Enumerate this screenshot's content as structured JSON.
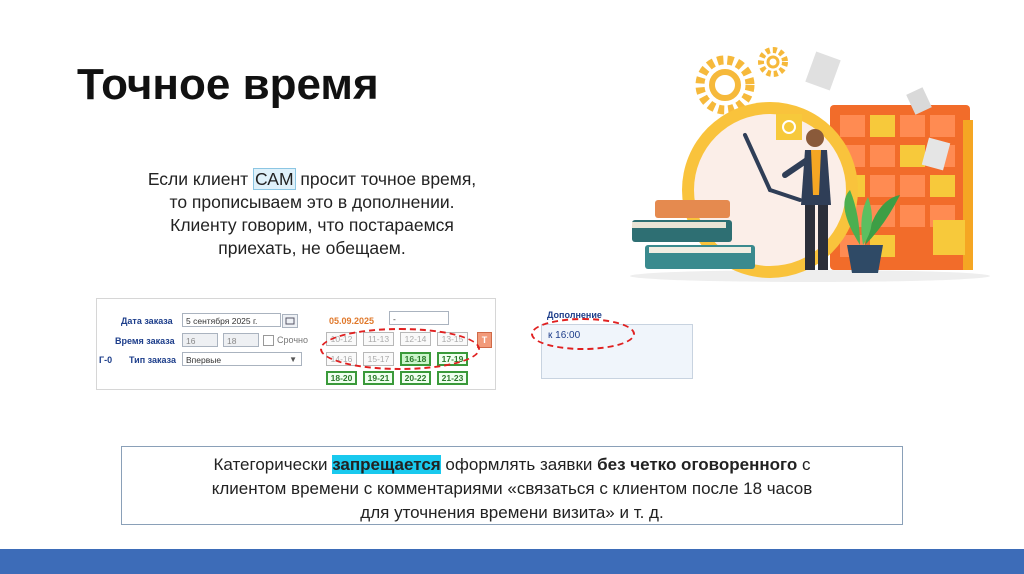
{
  "slide": {
    "title": "Точное время",
    "intro": {
      "line1_pre": "Если клиент ",
      "line1_hl": "САМ",
      "line1_post": " просит точное время,",
      "line2": "то прописываем это в дополнении.",
      "line3": "Клиенту говорим, что постараемся",
      "line4": "приехать, не обещаем."
    }
  },
  "form": {
    "order_date_label": "Дата заказа",
    "order_date_value": "5 сентября 2025 г.",
    "date_badge": "05.09.2025",
    "extra_field": "-",
    "time_label": "Время заказа",
    "hour_value": "16",
    "minute_value": "18",
    "urgent_label": "Срочно",
    "type_label": "Тип заказа",
    "type_value": "Впервые",
    "row_code": "Г-0",
    "t_button": "Т",
    "slots": [
      {
        "label": "10-12",
        "state": "disabled"
      },
      {
        "label": "11-13",
        "state": "disabled"
      },
      {
        "label": "12-14",
        "state": "disabled"
      },
      {
        "label": "13-15",
        "state": "disabled"
      },
      {
        "label": "14-16",
        "state": "disabled"
      },
      {
        "label": "15-17",
        "state": "disabled"
      },
      {
        "label": "16-18",
        "state": "available-selected"
      },
      {
        "label": "17-19",
        "state": "available"
      },
      {
        "label": "18-20",
        "state": "available"
      },
      {
        "label": "19-21",
        "state": "available"
      },
      {
        "label": "20-22",
        "state": "available"
      },
      {
        "label": "21-23",
        "state": "available"
      }
    ]
  },
  "addition": {
    "label": "Дополнение",
    "value": "к 16:00"
  },
  "rule": {
    "p1": "Категорически ",
    "p2_marked": "запрещается",
    "p3": " оформлять заявки ",
    "p4_bold": "без четко оговоренного",
    "p5": " с",
    "line2": "клиентом времени с комментариями «связаться с клиентом после 18 часов",
    "line3": "для уточнения времени визита» и т. д."
  },
  "colors": {
    "footer": "#3d6cb8",
    "highlight": "#19c9ee",
    "label_blue": "#1c3d8a",
    "slot_green": "#3a9a3a",
    "oval_red": "#e02020"
  },
  "icons": {
    "calendar": "calendar-icon",
    "dropdown": "chevron-down-icon",
    "illustration": "clock-calendar-businessman-illustration"
  }
}
